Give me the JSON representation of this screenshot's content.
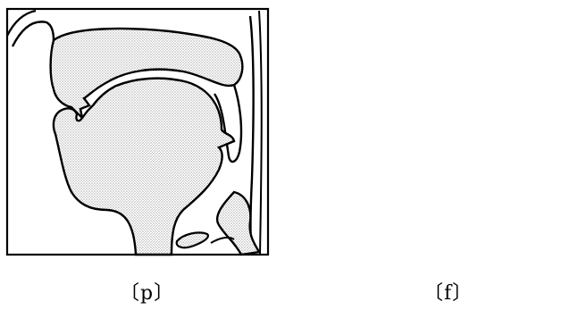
{
  "panels": [
    {
      "id": "p",
      "caption": "〔p〕"
    },
    {
      "id": "f",
      "caption": "〔f〕"
    }
  ],
  "colors": {
    "ink": "#000000",
    "paper": "#ffffff",
    "stipple": "#7a7a7a"
  }
}
